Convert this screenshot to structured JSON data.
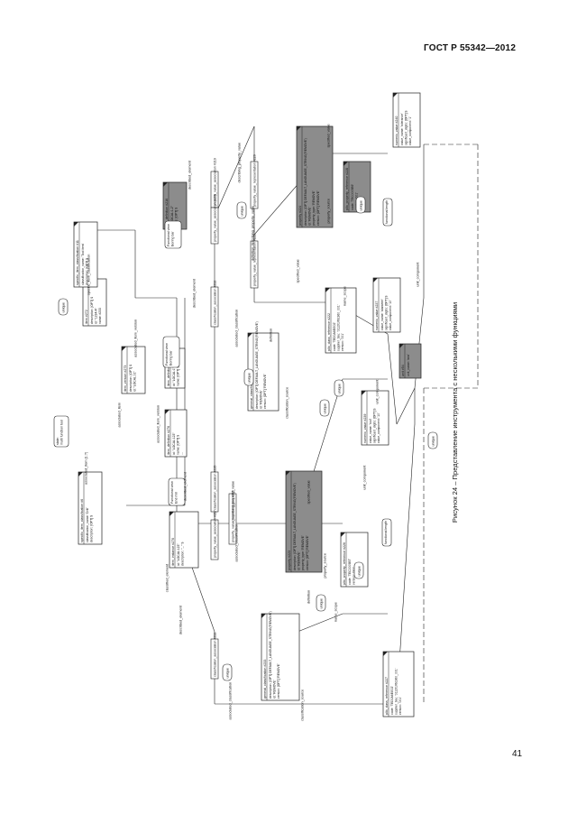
{
  "header": {
    "standard": "ГОСТ Р 55342—2012"
  },
  "footer": {
    "page_number": "41"
  },
  "caption": "Рисунок 24 – Представление инструмента с несколькими функциями",
  "colors": {
    "line": "#222222",
    "box_fill": "#ffffff",
    "shaded_fill": "#8c8c8c",
    "note_fill": "#ffffff"
  },
  "entities": [
    {
      "id": "item_instance",
      "shaded": false,
      "header": "item_instance   #270",
      "lines": [
        "id: \"LOCAL:123\"",
        "description: \"...\" $"
      ]
    },
    {
      "id": "item_version",
      "shaded": false,
      "header": "item_version   #273",
      "lines": [
        "description: [OPT] $",
        "id: \"LOCAL:01\""
      ]
    },
    {
      "id": "item_definition_center",
      "shaded": false,
      "header": "item_definition   #276",
      "lines": [
        "id: \"LOCAL:123\"",
        "name: [OPT] $",
        "..."
      ]
    },
    {
      "id": "item",
      "shaded": false,
      "header": "item   #272",
      "lines": [
        "description: [OPT] $",
        "id: \"1234-A\"",
        "name: #233"
      ]
    },
    {
      "id": "specific_item_classification_top",
      "shaded": false,
      "header": "specific_item_classification   #6",
      "lines": [
        "classification_name: 'Drill'",
        "description: [OPT] $"
      ]
    },
    {
      "id": "specific_item_classification_bottom",
      "shaded": false,
      "header": "specific_item_classification   #11",
      "lines": [
        "classification_name: 'Tool item'",
        "description: [OPT] $"
      ]
    },
    {
      "id": "item_definition_right",
      "shaded": false,
      "header": "item_definition   #278",
      "lines": [
        "id: \"LOCAL:1\"",
        "name: [OPT] $"
      ]
    },
    {
      "id": "item_definition_shaded",
      "shaded": true,
      "header": "item_definition   #216",
      "lines": [
        "id: \"LOCAL:1-2\"",
        "name: [OPT] $"
      ]
    },
    {
      "id": "property_1",
      "shaded": true,
      "header": "property   #223",
      "lines": [
        "description: [OPT] DEFAULT_LANGUAGE_STRING('REMOVE')",
        "id: 'REMOVE'",
        "property_type: 'REMOVE'",
        "version: [OPT] 'REMOVE'"
      ]
    },
    {
      "id": "property_2",
      "shaded": true,
      "header": "property   #224",
      "lines": [
        "description: [OPT] DEFAULT_LANGUAGE_STRING('REMOVE')",
        "id: 'REMOVE'",
        "property_type: 'REMOVE'",
        "version: [OPT] 'REMOVE'"
      ]
    },
    {
      "id": "general_classification_1",
      "shaded": false,
      "header": "general_classification   #233",
      "lines": [
        "description: [OPT] DEFAULT_LANGUAGE_STRING('REMOVE')",
        "id: 'REMOVE'",
        "version: [OPT] 'REMOVE'"
      ]
    },
    {
      "id": "general_classification_2",
      "shaded": false,
      "header": "general_classification   #276",
      "lines": [
        "description: [OPT] DEFAULT_LANGUAGE_STRING('REMOVE')",
        "id: 'REMOVE'",
        "version: [OPT] 'REMOVE'"
      ]
    },
    {
      "id": "plib_class_reference_1",
      "shaded": false,
      "header": "plib_class_reference   #227",
      "lines": [
        "code: 'TED0A6EG02'",
        "supplier_bsu: '0112/1//61360_001'",
        "version: '001'"
      ]
    },
    {
      "id": "plib_class_reference_2",
      "shaded": false,
      "header": "plib_class_reference   #222",
      "lines": [
        "code: 'TED0A6EG02'",
        "supplier_bsu: '0112/1//61360_001'",
        "version: '001'"
      ]
    },
    {
      "id": "plib_property_reference_1",
      "shaded": false,
      "header": "plib_property_reference   #226",
      "lines": [
        "code: 'TEC0005B7'",
        "version: '001'"
      ]
    },
    {
      "id": "plib_property_reference_2",
      "shaded": true,
      "header": "plib_property_reference   #228",
      "lines": [
        "code: 'TEC0005B9'",
        "version: '001'"
      ]
    },
    {
      "id": "numeric_value_1",
      "shaded": false,
      "header": "numeric_value   #239",
      "lines": [
        "value_name: 'tool'",
        "significant_digits: [OPT] $",
        "value_component: '10'"
      ]
    },
    {
      "id": "numeric_value_2",
      "shaded": false,
      "header": "numeric_value   #240",
      "lines": [
        "value_name: 'tolerance'",
        "significant_digits: [OPT] $",
        "value_component: '1'"
      ]
    },
    {
      "id": "numeric_value_3",
      "shaded": false,
      "header": "numeric_value   #237",
      "lines": [
        "value_name: 'diameter'",
        "significant_digits: [OPT] $",
        "value_component: '10'"
      ]
    },
    {
      "id": "unit",
      "shaded": true,
      "header": "unit   #54",
      "lines": [
        "unit_name: 'mm'"
      ]
    }
  ],
  "small_boxes": [
    {
      "id": "classification_association_1",
      "label": "classification_association   #232"
    },
    {
      "id": "classification_association_2",
      "label": "classification_association   #235"
    },
    {
      "id": "classification_association_3",
      "label": "classification_association   #232"
    },
    {
      "id": "property_value_association_1",
      "label": "property_value_association   #217"
    },
    {
      "id": "property_value_representation_1",
      "label": "property_value_representation   #225"
    },
    {
      "id": "property_value_association_2",
      "label": "property_value_association   #219"
    },
    {
      "id": "property_value_representation_2",
      "label": "property_value_representation   #220"
    },
    {
      "id": "property_value_association_3",
      "label": "property_value_association   #218"
    },
    {
      "id": "property_value_representation_3",
      "label": "property_value_representation   #221"
    }
  ],
  "notes": [
    {
      "id": "note_functional_view_1",
      "lines": [
        "Functional view",
        "Boring bar"
      ]
    },
    {
      "id": "note_functional_view_2",
      "lines": [
        "Functional view",
        "End mill"
      ]
    },
    {
      "id": "note_functional_view_3",
      "lines": [
        "Functional view",
        "Boring bar"
      ]
    },
    {
      "id": "note_state",
      "lines": [
        "state:",
        "multi function tool"
      ]
    },
    {
      "id": "note_functional_length_1",
      "lines": [
        "functional length"
      ]
    },
    {
      "id": "note_functional_length_2",
      "lines": [
        "functional length"
      ]
    }
  ],
  "unique_tags": [
    "unique",
    "unique",
    "unique",
    "unique",
    "unique",
    "unique",
    "unique",
    "unique",
    "unique",
    "unique"
  ],
  "relations": [
    "associated_item [1:?]",
    "associated_item",
    "associated_item_version",
    "associated_item_version",
    "described_element",
    "described_element",
    "described_element",
    "described_element",
    "associated_classification",
    "associated_classification",
    "associated_classification",
    "classification_source",
    "classification_source",
    "describing_property_value",
    "describing_property_value",
    "describing_property_value",
    "definition",
    "definition",
    "definition",
    "specified_value",
    "specified_value",
    "specified_value",
    "name_scope",
    "name_scope",
    "property_source",
    "property_source",
    "unit_component",
    "unit_component",
    "unit_component",
    "classified_element",
    "specific_item_classification"
  ]
}
